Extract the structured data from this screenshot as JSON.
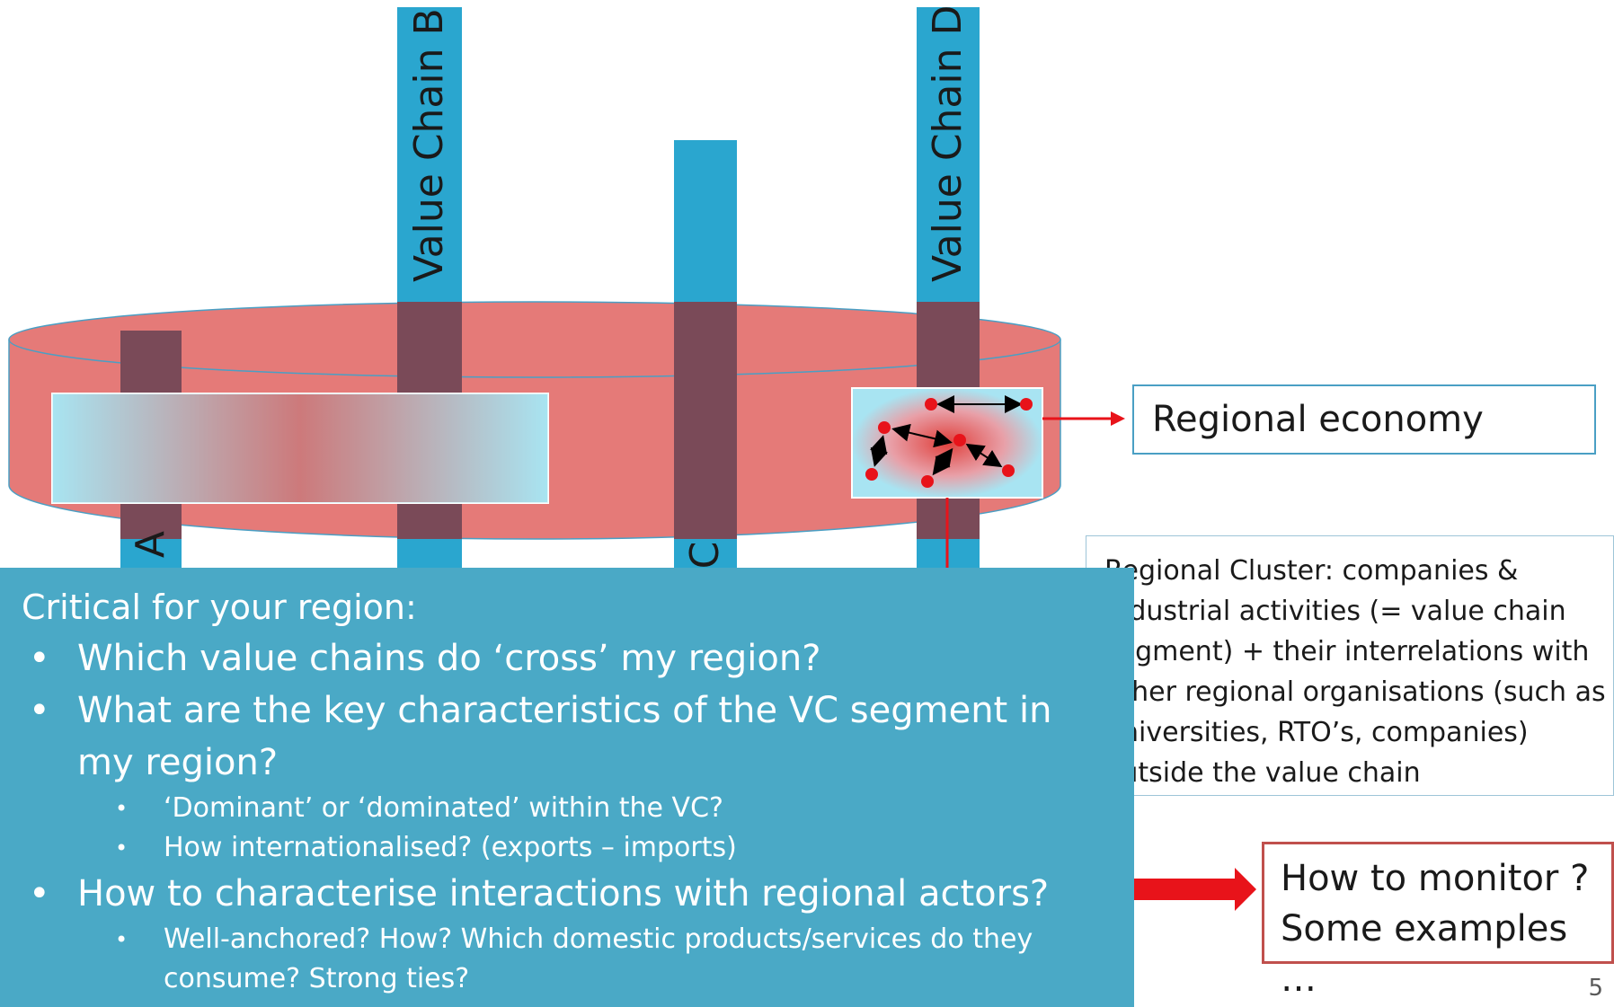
{
  "value_chains": [
    {
      "id": "a",
      "label": "A"
    },
    {
      "id": "b",
      "label": "Value Chain B"
    },
    {
      "id": "c",
      "label": "C"
    },
    {
      "id": "d",
      "label": "Value Chain D"
    }
  ],
  "regional_economy_label": "Regional economy",
  "cluster_description": "Regional Cluster: companies & industrial activities (= value chain segment) + their interrelations with other regional organisations (such as universities, RTO’s, companies) outside the value chain",
  "critical": {
    "title": "Critical for your region:",
    "questions": [
      {
        "text": "Which value chains do ‘cross’ my region?",
        "subs": []
      },
      {
        "text": "What are the key characteristics of the VC segment in my region?",
        "subs": [
          "‘Dominant’ or ‘dominated’ within the VC?",
          "How internationalised? (exports – imports)"
        ]
      },
      {
        "text": "How to characterise interactions with regional actors?",
        "subs": [
          "Well-anchored? How? Which domestic products/services do they consume? Strong ties?"
        ]
      }
    ]
  },
  "monitor": {
    "line1": "How to monitor ?",
    "line2": "Some examples …"
  },
  "page_number": "5",
  "colors": {
    "value_chain": "#2aa6cf",
    "region_disk": "#e57a78",
    "cluster_core": "#e0403c",
    "arrow": "#e8131a",
    "panel": "#4aa9c6"
  }
}
